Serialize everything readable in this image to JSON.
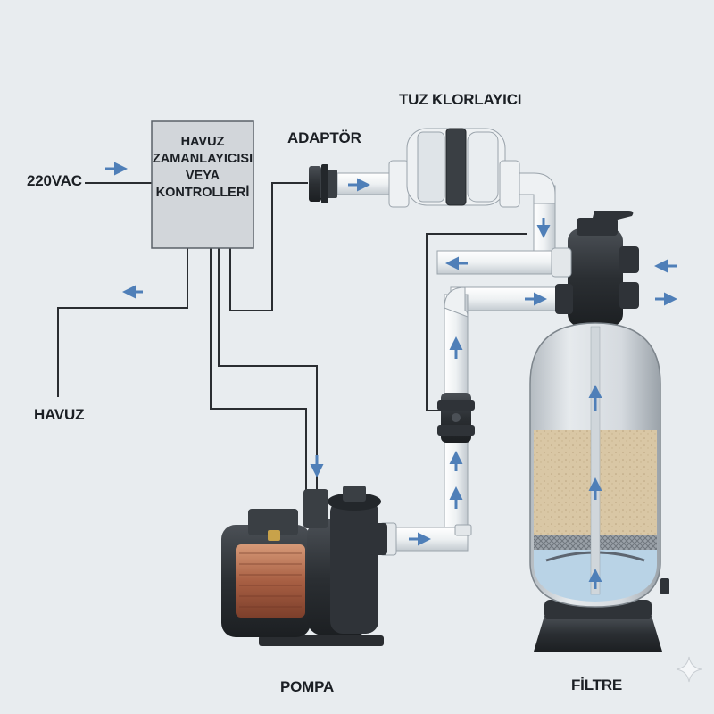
{
  "labels": {
    "voltage": "220VAC",
    "adapter": "ADAPTÖR",
    "chlorinator": "TUZ KLORLAYICI",
    "pool": "HAVUZ",
    "pump": "POMPA",
    "filter": "FİLTRE"
  },
  "controller": {
    "lines": [
      "HAVUZ",
      "ZAMANLAYICISI",
      "VEYA",
      "KONTROLLERİ"
    ]
  },
  "colors": {
    "background": "#e8ecef",
    "pipe": "#f1f3f5",
    "pipe_stroke": "#9aa3ab",
    "arrow": "#4f7fb8",
    "wire": "#2a2d31",
    "controller_box": "#d2d6da",
    "sand": "#d9c7a5",
    "water": "#b9d3e6",
    "motor_copper": "#b06a4c"
  },
  "icons": [
    "flow-arrow-icon",
    "sparkle-icon"
  ]
}
